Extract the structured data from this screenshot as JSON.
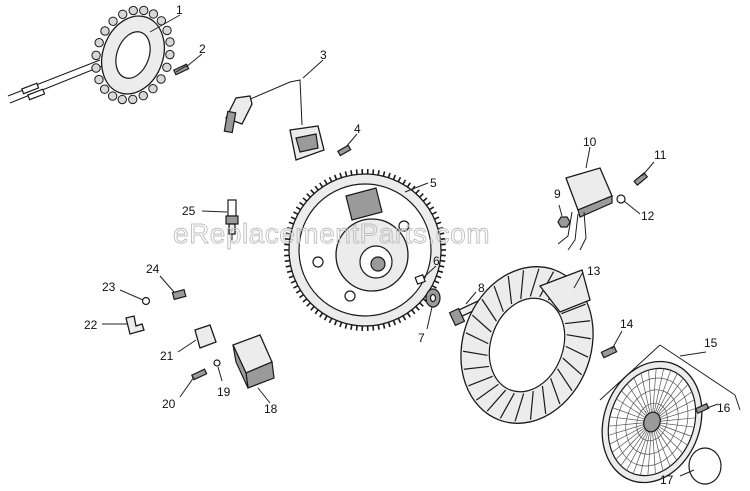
{
  "watermark": "eReplacementParts.com",
  "callouts": [
    "1",
    "2",
    "3",
    "4",
    "5",
    "6",
    "7",
    "8",
    "9",
    "10",
    "11",
    "12",
    "13",
    "14",
    "15",
    "16",
    "17",
    "18",
    "19",
    "20",
    "21",
    "22",
    "23",
    "24",
    "25"
  ]
}
